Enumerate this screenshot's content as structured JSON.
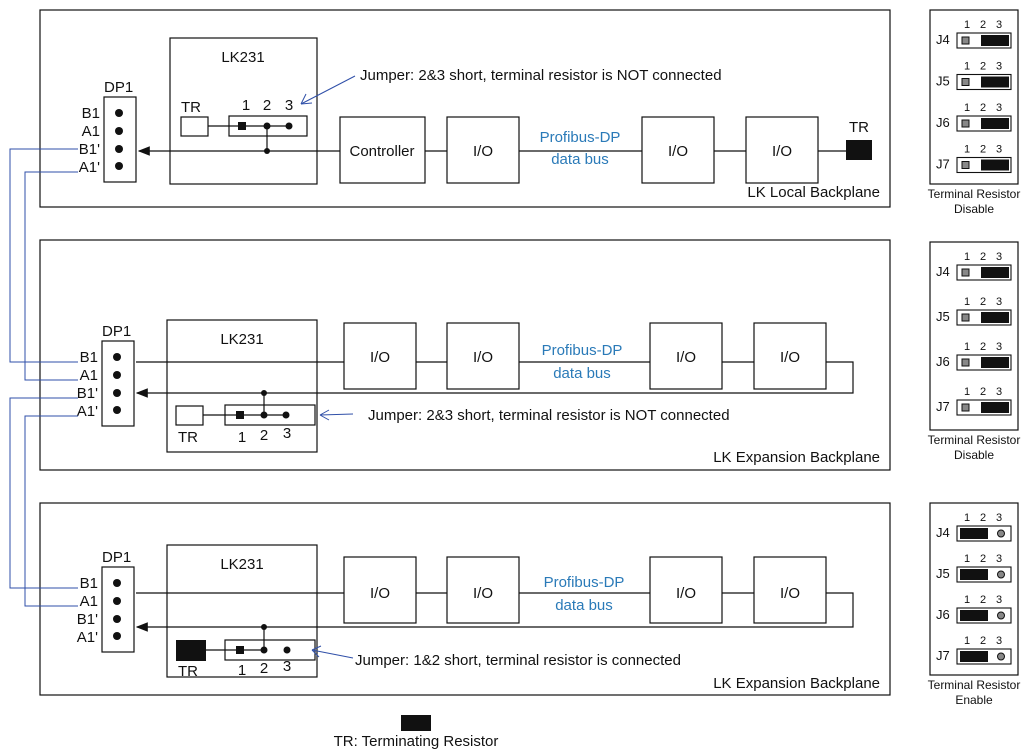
{
  "backplanes": [
    {
      "name": "LK Local Backplane",
      "dp1": {
        "label": "DP1",
        "pins": [
          "B1",
          "A1",
          "B1'",
          "A1'"
        ]
      },
      "module": "LK231",
      "tr_label": "TR",
      "jumper_pins": [
        "1",
        "2",
        "3"
      ],
      "jumper_note": "Jumper: 2&3 short, terminal resistor is NOT connected",
      "controller": "Controller",
      "io_boxes": [
        "I/O",
        "I/O",
        "I/O"
      ],
      "bus": [
        "Profibus-DP",
        "data bus"
      ],
      "end_tr": "TR"
    },
    {
      "name": "LK Expansion Backplane",
      "dp1": {
        "label": "DP1",
        "pins": [
          "B1",
          "A1",
          "B1'",
          "A1'"
        ]
      },
      "module": "LK231",
      "tr_label": "TR",
      "jumper_pins": [
        "1",
        "2",
        "3"
      ],
      "jumper_note": "Jumper: 2&3 short, terminal resistor is NOT connected",
      "io_boxes": [
        "I/O",
        "I/O",
        "I/O",
        "I/O"
      ],
      "bus": [
        "Profibus-DP",
        "data bus"
      ]
    },
    {
      "name": "LK Expansion Backplane",
      "dp1": {
        "label": "DP1",
        "pins": [
          "B1",
          "A1",
          "B1'",
          "A1'"
        ]
      },
      "module": "LK231",
      "tr_label": "TR",
      "jumper_pins": [
        "1",
        "2",
        "3"
      ],
      "jumper_note": "Jumper: 1&2 short, terminal resistor is connected",
      "io_boxes": [
        "I/O",
        "I/O",
        "I/O",
        "I/O"
      ],
      "bus": [
        "Profibus-DP",
        "data bus"
      ]
    }
  ],
  "jumper_panels": [
    {
      "jumpers": [
        "J4",
        "J5",
        "J6",
        "J7"
      ],
      "pin_numbers": [
        "1",
        "2",
        "3"
      ],
      "caption": [
        "Terminal Resistor",
        "Disable"
      ],
      "shorted": "2-3"
    },
    {
      "jumpers": [
        "J4",
        "J5",
        "J6",
        "J7"
      ],
      "pin_numbers": [
        "1",
        "2",
        "3"
      ],
      "caption": [
        "Terminal Resistor",
        "Disable"
      ],
      "shorted": "2-3"
    },
    {
      "jumpers": [
        "J4",
        "J5",
        "J6",
        "J7"
      ],
      "pin_numbers": [
        "1",
        "2",
        "3"
      ],
      "caption": [
        "Terminal Resistor",
        "Enable"
      ],
      "shorted": "1-2"
    }
  ],
  "legend": {
    "text": "TR: Terminating Resistor"
  },
  "colors": {
    "bus_text": "#2a7ab8",
    "cable": "#2f4fa8",
    "line": "#111111"
  }
}
